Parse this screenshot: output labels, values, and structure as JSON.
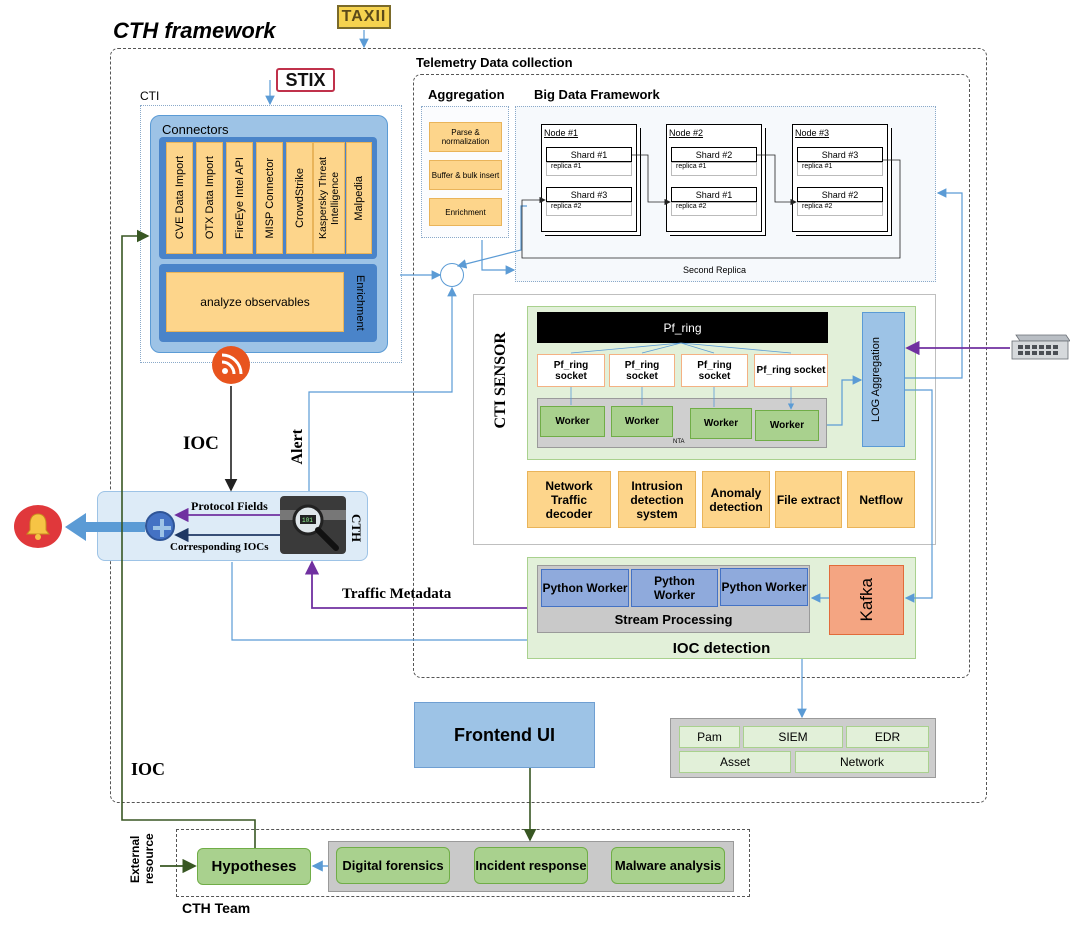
{
  "title": "CTH framework",
  "logos": {
    "taxii": "TAXII",
    "stix": "STIX"
  },
  "telemetry": {
    "title": "Telemetry Data collection",
    "aggregation": {
      "title": "Aggregation",
      "items": [
        "Parse & normalization",
        "Buffer & bulk insert",
        "Enrichment"
      ]
    },
    "big_data": {
      "title": "Big Data Framework",
      "nodes": [
        {
          "label": "Node #1",
          "shards": [
            {
              "name": "Shard #1",
              "replica": "replica #1"
            },
            {
              "name": "Shard #3",
              "replica": "replica #2"
            }
          ]
        },
        {
          "label": "Node #2",
          "shards": [
            {
              "name": "Shard #2",
              "replica": "replica #1"
            },
            {
              "name": "Shard #1",
              "replica": "replica #2"
            }
          ]
        },
        {
          "label": "Node #3",
          "shards": [
            {
              "name": "Shard #3",
              "replica": "replica #1"
            },
            {
              "name": "Shard #2",
              "replica": "replica #2"
            }
          ]
        }
      ],
      "footer": "Second Replica"
    }
  },
  "cti": {
    "label": "CTI",
    "connectors_title": "Connectors",
    "connectors": [
      "CVE Data Import",
      "OTX Data Import",
      "FireEye Intel API",
      "MISP Connector",
      "CrowdStrike",
      "Kaspersky Threat Intelligence",
      "Malpedia"
    ],
    "analyze": "analyze observables",
    "enrichment": "Enrichment"
  },
  "sensor": {
    "title": "CTI SENSOR",
    "pf_ring": "Pf_ring",
    "sockets": [
      "Pf_ring socket",
      "Pf_ring socket",
      "Pf_ring socket",
      "Pf_ring socket"
    ],
    "workers": [
      "Worker",
      "Worker",
      "Worker",
      "Worker"
    ],
    "nta": "NTA",
    "log_aggregation": "LOG Aggregation",
    "modules": [
      "Network Traffic decoder",
      "Intrusion detection system",
      "Anomaly detection",
      "File extract",
      "Netflow"
    ]
  },
  "ioc_detection": {
    "title": "IOC detection",
    "python_workers": [
      "Python Worker",
      "Python Worker",
      "Python Worker"
    ],
    "stream": "Stream Processing",
    "kafka": "Kafka"
  },
  "cth": {
    "label": "CTH",
    "protocol_fields": "Protocol Fields",
    "corresponding_iocs": "Corresponding IOCs",
    "ioc_label": "IOC",
    "alert_label": "Alert",
    "traffic_metadata": "Traffic Metadata",
    "ioc_bottom": "IOC"
  },
  "sources": {
    "row1": [
      "Pam",
      "SIEM",
      "EDR"
    ],
    "row2": [
      "Asset",
      "Network"
    ]
  },
  "frontend": "Frontend UI",
  "team": {
    "label": "CTH Team",
    "external": "External resource",
    "hypotheses": "Hypotheses",
    "activities": [
      "Digital forensics",
      "Incident response",
      "Malware analysis"
    ]
  },
  "colors": {
    "arrow_blue": "#5b9bd5",
    "arrow_purple": "#7030a0",
    "arrow_green": "#385723",
    "alert_red": "#e0383b"
  }
}
